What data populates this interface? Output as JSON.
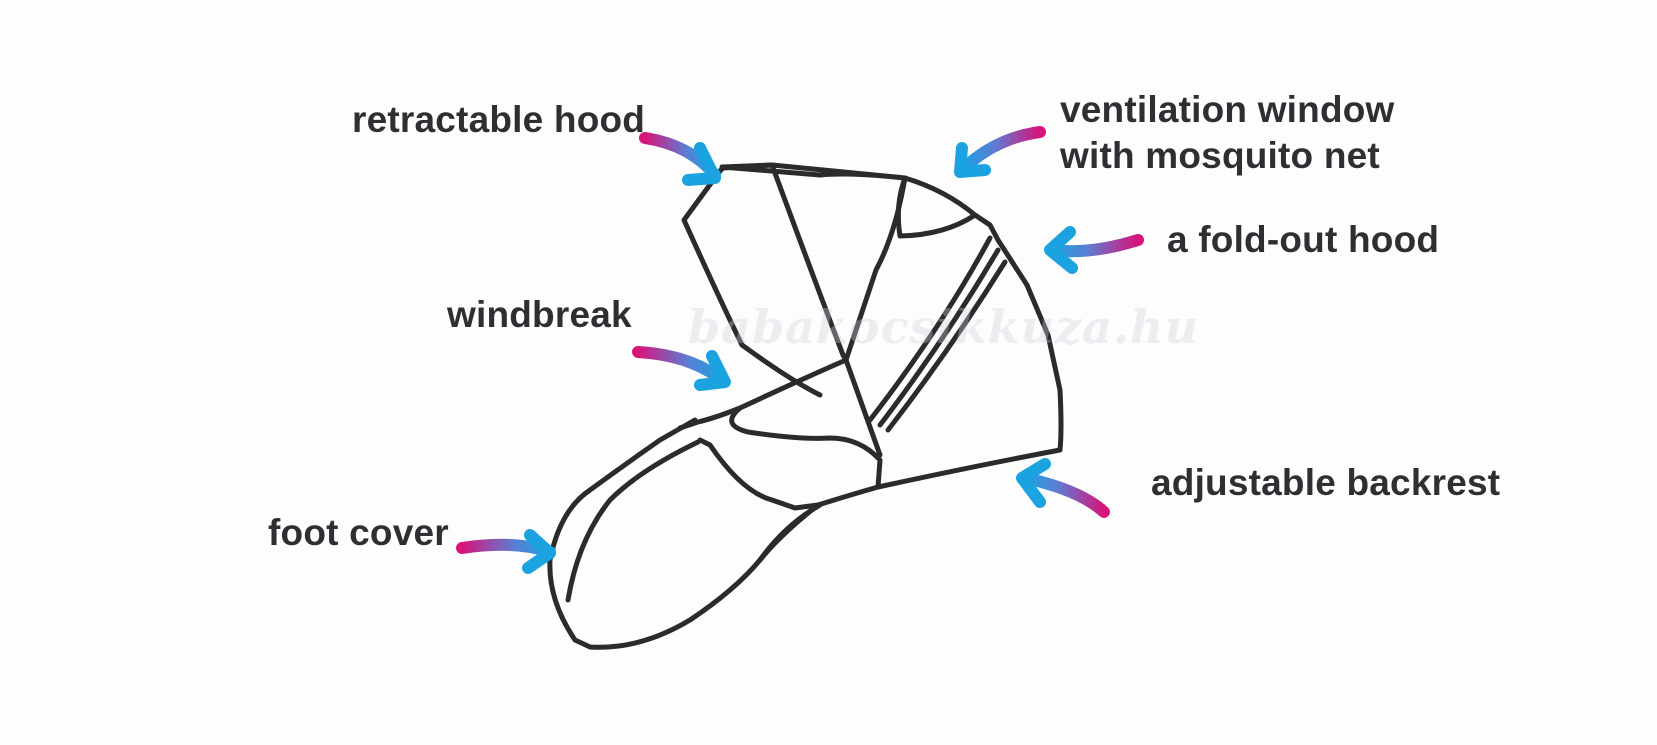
{
  "watermark": "babakocsikkuza.hu",
  "colors": {
    "outline": "#2b2b2e",
    "arrow_start": "#d8137a",
    "arrow_end": "#1aa3e0",
    "label": "#2f2f33"
  },
  "labels": {
    "retractable_hood": "retractable hood",
    "ventilation_window_line1": "ventilation window",
    "ventilation_window_line2": "with mosquito net",
    "fold_out_hood": "a fold-out hood",
    "windbreak": "windbreak",
    "adjustable_backrest": "adjustable backrest",
    "foot_cover": "foot cover"
  }
}
